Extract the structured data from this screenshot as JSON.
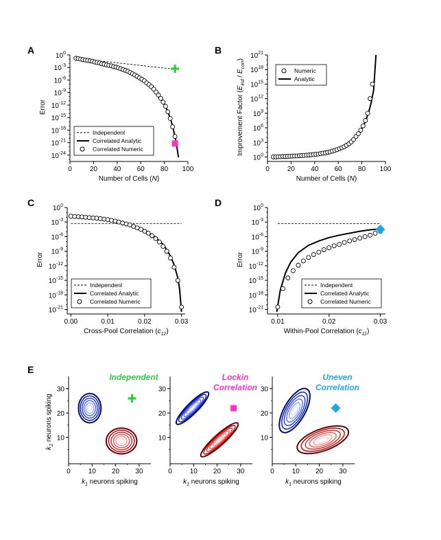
{
  "chart_data": [
    {
      "panel": "A",
      "type": "line",
      "xlabel": "Number of Cells (",
      "xlabel_var": "N",
      "xlabel_end": ")",
      "ylabel": "Error",
      "xlim": [
        0,
        100
      ],
      "xticks": [
        "0",
        "20",
        "40",
        "60",
        "80",
        "100"
      ],
      "ylog_range": [
        -25,
        0
      ],
      "yticks_exp": [
        "0",
        "-3",
        "-6",
        "-9",
        "-12",
        "-15",
        "-18",
        "-21",
        "-24"
      ],
      "series": [
        {
          "name": "Independent",
          "style": "dashed",
          "x": [
            5,
            92
          ],
          "y": [
            -0.8,
            -3.5
          ]
        },
        {
          "name": "Correlated Analytic",
          "style": "solid",
          "x": [
            5,
            15,
            25,
            35,
            45,
            55,
            62,
            68,
            73,
            77,
            80,
            83,
            86,
            88,
            90,
            92
          ],
          "y": [
            -0.8,
            -1.3,
            -1.9,
            -2.6,
            -3.5,
            -4.8,
            -6.0,
            -7.4,
            -8.9,
            -10.4,
            -11.8,
            -13.6,
            -16.0,
            -18.3,
            -20.8,
            -24.5
          ]
        },
        {
          "name": "Correlated Numeric",
          "style": "circles",
          "x": [
            5,
            7,
            9,
            11,
            13,
            15,
            17,
            19,
            21,
            23,
            25,
            27,
            29,
            31,
            33,
            35,
            37,
            39,
            41,
            43,
            45,
            47,
            49,
            51,
            53,
            55,
            57,
            59,
            61,
            63,
            65,
            67,
            69,
            71,
            73,
            75,
            77,
            79,
            81,
            83,
            85,
            87,
            89
          ],
          "y": [
            -0.8,
            -0.9,
            -1.0,
            -1.1,
            -1.2,
            -1.3,
            -1.4,
            -1.5,
            -1.7,
            -1.8,
            -1.9,
            -2.1,
            -2.2,
            -2.4,
            -2.5,
            -2.6,
            -2.8,
            -2.9,
            -3.1,
            -3.3,
            -3.5,
            -3.7,
            -3.9,
            -4.2,
            -4.5,
            -4.8,
            -5.1,
            -5.5,
            -5.8,
            -6.2,
            -6.7,
            -7.1,
            -7.6,
            -8.2,
            -8.9,
            -9.6,
            -10.4,
            -11.3,
            -12.3,
            -13.6,
            -15.2,
            -17.2,
            -19.5
          ]
        }
      ],
      "markers": [
        {
          "name": "independent-marker",
          "shape": "plus",
          "color": "#2ecc40",
          "x": 89,
          "y": -3.3
        },
        {
          "name": "lockin-marker",
          "shape": "square",
          "color": "#ff2fc8",
          "x": 89,
          "y": -21.2
        }
      ],
      "legend": [
        "Independent",
        "Correlated Analytic",
        "Correlated Numeric"
      ],
      "legend_position": "bottom-left"
    },
    {
      "panel": "B",
      "type": "line",
      "xlabel": "Number of Cells (",
      "xlabel_var": "N",
      "xlabel_end": ")",
      "ylabel": "Improvement Factor (",
      "ylabel_num": "E",
      "ylabel_num_sub": "ind",
      "ylabel_sep": " / ",
      "ylabel_den": "E",
      "ylabel_den_sub": "corr",
      "ylabel_end": ")",
      "xlim": [
        0,
        100
      ],
      "xticks": [
        "0",
        "20",
        "40",
        "60",
        "80",
        "100"
      ],
      "ylog_range": [
        -0.5,
        21
      ],
      "yticks_exp": [
        "0",
        "3",
        "6",
        "9",
        "12",
        "15",
        "18",
        "21"
      ],
      "series": [
        {
          "name": "Analytic",
          "style": "solid",
          "x": [
            5,
            15,
            25,
            35,
            45,
            55,
            62,
            68,
            73,
            77,
            80,
            83,
            86,
            88,
            90,
            92
          ],
          "y": [
            0.0,
            0.1,
            0.2,
            0.4,
            0.7,
            1.2,
            1.8,
            2.6,
            3.6,
            4.7,
            5.8,
            7.3,
            9.4,
            11.3,
            13.8,
            21
          ]
        },
        {
          "name": "Numeric",
          "style": "circles",
          "x": [
            5,
            7,
            9,
            11,
            13,
            15,
            17,
            19,
            21,
            23,
            25,
            27,
            29,
            31,
            33,
            35,
            37,
            39,
            41,
            43,
            45,
            47,
            49,
            51,
            53,
            55,
            57,
            59,
            61,
            63,
            65,
            67,
            69,
            71,
            73,
            75,
            77,
            79,
            81,
            83,
            85,
            87,
            89
          ],
          "y": [
            0.0,
            0.0,
            0.05,
            0.05,
            0.1,
            0.1,
            0.12,
            0.15,
            0.18,
            0.2,
            0.22,
            0.25,
            0.28,
            0.32,
            0.36,
            0.4,
            0.45,
            0.5,
            0.55,
            0.6,
            0.7,
            0.78,
            0.86,
            0.95,
            1.05,
            1.2,
            1.35,
            1.5,
            1.7,
            1.9,
            2.1,
            2.4,
            2.7,
            3.1,
            3.6,
            4.2,
            4.8,
            5.5,
            6.4,
            7.5,
            9.0,
            12.0,
            15.0
          ]
        }
      ],
      "legend": [
        "Numeric",
        "Analytic"
      ],
      "legend_position": "top-left"
    },
    {
      "panel": "C",
      "type": "line",
      "xlabel": "Cross-Pool Correlation (",
      "xlabel_var": "c",
      "xlabel_sub": "12",
      "xlabel_end": ")",
      "ylabel": "Error",
      "xlim": [
        -0.001,
        0.031
      ],
      "xticks": [
        "0.00",
        "0.01",
        "0.02",
        "0.03"
      ],
      "xtick_values": [
        0,
        0.01,
        0.02,
        0.03
      ],
      "ylog_range": [
        -21.5,
        0
      ],
      "yticks_exp": [
        "0",
        "-3",
        "-6",
        "-9",
        "-12",
        "-15",
        "-18",
        "-21"
      ],
      "series": [
        {
          "name": "Independent",
          "style": "dashed",
          "x": [
            0,
            0.03
          ],
          "y": [
            -3.3,
            -3.3
          ]
        },
        {
          "name": "Correlated Analytic",
          "style": "solid",
          "x": [
            0,
            0.004,
            0.008,
            0.012,
            0.016,
            0.019,
            0.021,
            0.023,
            0.025,
            0.026,
            0.027,
            0.028,
            0.029,
            0.0295,
            0.03
          ],
          "y": [
            -1.8,
            -2.0,
            -2.3,
            -2.8,
            -3.5,
            -4.3,
            -5.1,
            -6.2,
            -7.6,
            -8.7,
            -10.0,
            -11.8,
            -14.5,
            -16.8,
            -21.5
          ]
        },
        {
          "name": "Correlated Numeric",
          "style": "circles",
          "x": [
            0,
            0.001,
            0.002,
            0.003,
            0.004,
            0.005,
            0.006,
            0.007,
            0.008,
            0.009,
            0.01,
            0.011,
            0.012,
            0.013,
            0.014,
            0.015,
            0.016,
            0.017,
            0.018,
            0.019,
            0.02,
            0.021,
            0.022,
            0.023,
            0.024,
            0.025,
            0.026,
            0.027,
            0.028,
            0.029,
            0.03
          ],
          "y": [
            -1.8,
            -1.85,
            -1.9,
            -1.95,
            -2.0,
            -2.1,
            -2.15,
            -2.2,
            -2.3,
            -2.4,
            -2.5,
            -2.65,
            -2.8,
            -3.0,
            -3.2,
            -3.4,
            -3.6,
            -3.9,
            -4.2,
            -4.5,
            -4.9,
            -5.3,
            -5.8,
            -6.4,
            -7.1,
            -8.0,
            -9.0,
            -10.4,
            -12.3,
            -15.0,
            -20.5
          ]
        }
      ],
      "legend": [
        "Independent",
        "Correlated Analytic",
        "Correlated Numeric"
      ],
      "legend_position": "bottom-left"
    },
    {
      "panel": "D",
      "type": "line",
      "xlabel": "Within-Pool Correlation (",
      "xlabel_var": "c",
      "xlabel_sub": "11",
      "xlabel_end": ")",
      "ylabel": "Error",
      "xlim": [
        0.008,
        0.031
      ],
      "xticks": [
        "0.01",
        "0.02",
        "0.03"
      ],
      "xtick_values": [
        0.01,
        0.02,
        0.03
      ],
      "ylog_range": [
        -21.5,
        0
      ],
      "yticks_exp": [
        "0",
        "-3",
        "-6",
        "-9",
        "-12",
        "-15",
        "-18",
        "-21"
      ],
      "series": [
        {
          "name": "Independent",
          "style": "dashed",
          "x": [
            0.01,
            0.03
          ],
          "y": [
            -3.3,
            -3.3
          ]
        },
        {
          "name": "Correlated Analytic",
          "style": "solid",
          "x": [
            0.0098,
            0.0105,
            0.0115,
            0.0125,
            0.014,
            0.016,
            0.018,
            0.02,
            0.022,
            0.024,
            0.026,
            0.028,
            0.03
          ],
          "y": [
            -21.5,
            -17.0,
            -13.5,
            -11.3,
            -9.3,
            -7.8,
            -6.9,
            -6.2,
            -5.7,
            -5.3,
            -4.9,
            -4.6,
            -4.4
          ]
        },
        {
          "name": "Correlated Numeric",
          "style": "circles",
          "x": [
            0.01,
            0.011,
            0.012,
            0.013,
            0.014,
            0.015,
            0.016,
            0.017,
            0.018,
            0.019,
            0.02,
            0.021,
            0.022,
            0.023,
            0.024,
            0.025,
            0.026,
            0.027,
            0.028,
            0.029,
            0.03
          ],
          "y": [
            -20.5,
            -16.7,
            -14.5,
            -13.0,
            -11.9,
            -11.0,
            -10.3,
            -9.7,
            -9.2,
            -8.7,
            -8.3,
            -7.9,
            -7.6,
            -7.2,
            -6.9,
            -6.6,
            -6.3,
            -6.0,
            -5.7,
            -5.3,
            -4.9
          ]
        }
      ],
      "markers": [
        {
          "name": "uneven-marker",
          "shape": "diamond",
          "color": "#1ea6e8",
          "x": 0.03,
          "y": -4.5
        }
      ],
      "legend": [
        "Independent",
        "Correlated Analytic",
        "Correlated Numeric"
      ],
      "legend_position": "bottom-right"
    },
    {
      "panel": "E",
      "type": "contour",
      "xlabel_var": "k",
      "xlabel_sub": "1",
      "xlabel_text": "  neurons spiking",
      "ylabel_var": "k",
      "ylabel_sub": "2",
      "ylabel_text": " neurons spiking",
      "xlim": [
        0,
        35
      ],
      "ylim": [
        0,
        35
      ],
      "xticks": [
        "0",
        "10",
        "20",
        "30"
      ],
      "yticks": [
        "10",
        "20",
        "30"
      ],
      "subplots": [
        {
          "label": "Independent",
          "label_color": "#2ecc40",
          "marker": "plus",
          "marker_color": "#2ecc40",
          "marker_x": 27,
          "marker_y": 26,
          "blobs": [
            {
              "color": "blue",
              "cx": 9,
              "cy": 22,
              "rx": 4.8,
              "ry": 6.0,
              "angle": 0
            },
            {
              "color": "red",
              "cx": 22.5,
              "cy": 8.5,
              "rx": 6.5,
              "ry": 5.3,
              "angle": 0
            }
          ]
        },
        {
          "label": "Lockin\nCorrelation",
          "label_color": "#ff2fc8",
          "marker": "square",
          "marker_color": "#ff2fc8",
          "marker_x": 27,
          "marker_y": 22,
          "blobs": [
            {
              "color": "blue",
              "cx": 9.5,
              "cy": 22,
              "rx": 9.5,
              "ry": 2.2,
              "angle": 45
            },
            {
              "color": "red",
              "cx": 21,
              "cy": 9,
              "rx": 10.5,
              "ry": 2.2,
              "angle": 42
            }
          ]
        },
        {
          "label": "Uneven\nCorrelation",
          "label_color": "#1ea6e8",
          "marker": "diamond",
          "marker_color": "#1ea6e8",
          "marker_x": 27,
          "marker_y": 22,
          "blobs": [
            {
              "color": "blue",
              "cx": 9.5,
              "cy": 21,
              "rx": 10.5,
              "ry": 4.3,
              "angle": 60
            },
            {
              "color": "red",
              "cx": 21.5,
              "cy": 9,
              "rx": 11.5,
              "ry": 4.5,
              "angle": 20
            }
          ]
        }
      ]
    }
  ],
  "panel_letters": [
    "A",
    "B",
    "C",
    "D",
    "E"
  ]
}
